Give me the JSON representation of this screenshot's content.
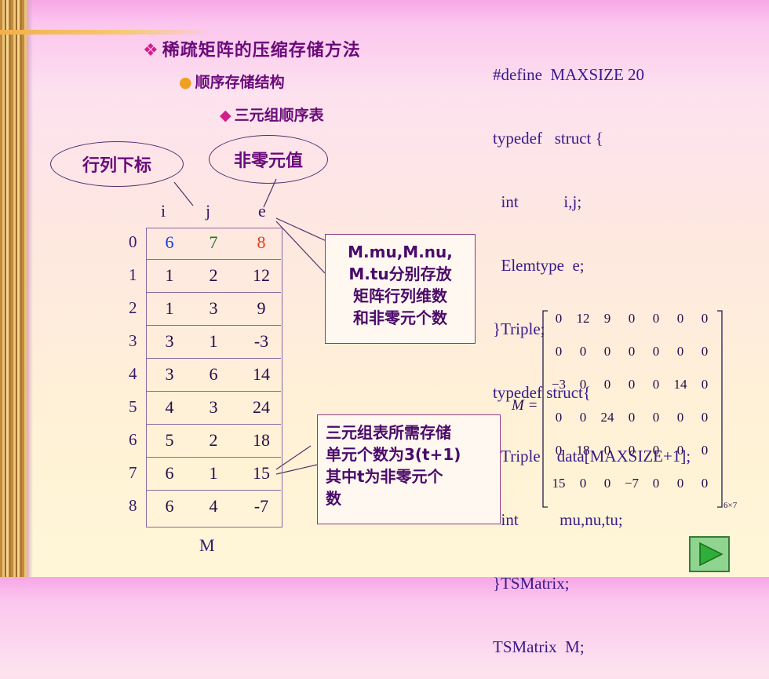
{
  "slide": {
    "title": "稀疏矩阵的压缩存储方法",
    "subtitle": "顺序存储结构",
    "subsubtitle": "三元组顺序表",
    "callout_index": "行列下标",
    "callout_value": "非零元值",
    "table_headers": [
      "i",
      "j",
      "e"
    ],
    "table_caption": "M",
    "row_indices": [
      "0",
      "1",
      "2",
      "3",
      "4",
      "5",
      "6",
      "7",
      "8"
    ],
    "rows": [
      [
        "6",
        "7",
        "8"
      ],
      [
        "1",
        "2",
        "12"
      ],
      [
        "1",
        "3",
        "9"
      ],
      [
        "3",
        "1",
        "-3"
      ],
      [
        "3",
        "6",
        "14"
      ],
      [
        "4",
        "3",
        "24"
      ],
      [
        "5",
        "2",
        "18"
      ],
      [
        "6",
        "1",
        "15"
      ],
      [
        "6",
        "4",
        "-7"
      ]
    ],
    "note_mu": [
      "M.mu,M.nu,",
      "M.tu分别存放",
      "矩阵行列维数",
      "和非零元个数"
    ],
    "note_storage": [
      "三元组表所需存储",
      "单元个数为3(t+1)",
      "其中t为非零元个",
      "数"
    ],
    "code_lines": [
      "#define  MAXSIZE 20",
      "typedef   struct {",
      "  int           i,j;",
      "  Elemtype  e;",
      "}Triple;",
      "typedef struct{",
      "  Triple    data[MAXSIZE+1];",
      "  int          mu,nu,tu;",
      "}TSMatrix;",
      "TSMatrix  M;"
    ],
    "matrix_label": "M =",
    "matrix_dim": "6×7",
    "matrix_rows": [
      [
        "0",
        "12",
        "9",
        "0",
        "0",
        "0",
        "0"
      ],
      [
        "0",
        "0",
        "0",
        "0",
        "0",
        "0",
        "0"
      ],
      [
        "−3",
        "0",
        "0",
        "0",
        "0",
        "14",
        "0"
      ],
      [
        "0",
        "0",
        "24",
        "0",
        "0",
        "0",
        "0"
      ],
      [
        "0",
        "18",
        "0",
        "0",
        "0",
        "0",
        "0"
      ],
      [
        "15",
        "0",
        "0",
        "−7",
        "0",
        "0",
        "0"
      ]
    ],
    "colors": {
      "col_i_row0": "#1a3ad8",
      "col_j_row0": "#1a7a1a",
      "col_e_row0": "#e83a1a",
      "accent": "#6a0a7a"
    },
    "next_button_icon": "play-triangle-icon"
  }
}
